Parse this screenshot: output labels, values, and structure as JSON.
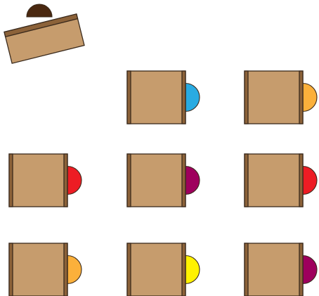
{
  "classroom": {
    "colors": {
      "desk": "#c69c6d",
      "desk_edge": "#8c6239",
      "outline": "#3a2a1c",
      "teacher": "#4a2810"
    },
    "teacher_desk": {
      "chair_color": "#4a2810"
    },
    "student_desks": [
      {
        "row": 1,
        "col": 2,
        "chair_color": "#29abe2"
      },
      {
        "row": 1,
        "col": 3,
        "chair_color": "#fbb03b"
      },
      {
        "row": 2,
        "col": 1,
        "chair_color": "#ed1c24"
      },
      {
        "row": 2,
        "col": 2,
        "chair_color": "#9e005d"
      },
      {
        "row": 2,
        "col": 3,
        "chair_color": "#ed1c24"
      },
      {
        "row": 3,
        "col": 1,
        "chair_color": "#fbb03b"
      },
      {
        "row": 3,
        "col": 2,
        "chair_color": "#fff200"
      },
      {
        "row": 3,
        "col": 3,
        "chair_color": "#9e005d"
      }
    ]
  }
}
